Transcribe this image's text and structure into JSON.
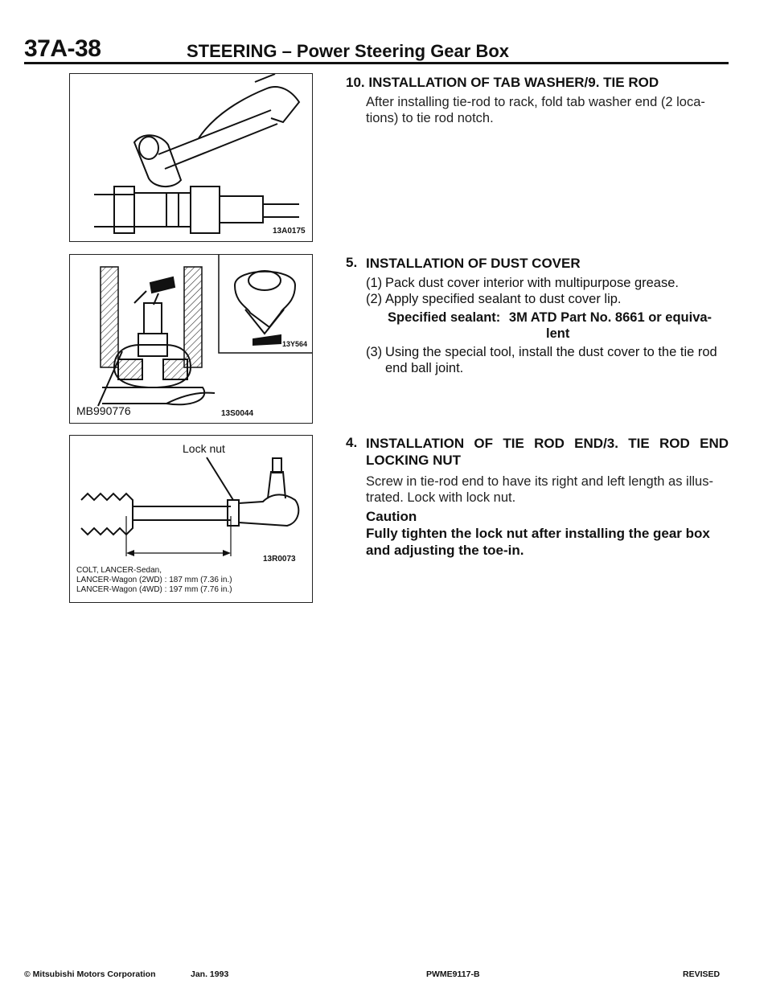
{
  "header": {
    "page_number": "37A-38",
    "title": "STEERING – Power Steering Gear Box"
  },
  "figures": {
    "fig1": {
      "code": "13A0175"
    },
    "fig2": {
      "code_main": "13S0044",
      "code_inset": "13Y564",
      "tool_label": "MB990776"
    },
    "fig3": {
      "code": "13R0073",
      "callout": "Lock nut",
      "dim_lines": [
        "COLT, LANCER-Sedan,",
        "LANCER-Wagon (2WD) : 187 mm (7.36 in.)",
        "LANCER-Wagon (4WD) : 197 mm (7.76 in.)"
      ]
    }
  },
  "sections": {
    "s10": {
      "heading": "10. INSTALLATION OF TAB WASHER/9. TIE ROD",
      "body_lines": [
        "After installing tie-rod to rack, fold tab washer end (2 loca-",
        "tions) to tie rod notch."
      ]
    },
    "s5": {
      "number": "5.",
      "heading": "INSTALLATION OF DUST COVER",
      "step1_n": "(1)",
      "step1": "Pack dust cover interior with multipurpose grease.",
      "step2_n": "(2)",
      "step2": "Apply specified sealant to dust cover lip.",
      "sealant_label": "Specified sealant:",
      "sealant_value_1": "3M ATD Part No. 8661 or equiva-",
      "sealant_value_2": "lent",
      "step3_n": "(3)",
      "step3_line1": "Using the special tool, install the dust cover to the tie rod",
      "step3_line2": "end ball joint."
    },
    "s4": {
      "number": "4.",
      "heading_line1": "INSTALLATION OF TIE ROD END/3. TIE ROD END",
      "heading_line2": "LOCKING NUT",
      "body_line1": "Screw in tie-rod end to have its right and left length as illus-",
      "body_line2": "trated. Lock with lock nut.",
      "caution_title": "Caution",
      "caution_line1": "Fully tighten the lock nut after installing the gear box",
      "caution_line2": "and adjusting the toe-in."
    }
  },
  "footer": {
    "copyright": "© Mitsubishi Motors Corporation",
    "date": "Jan. 1993",
    "doc_code": "PWME9117-B",
    "revised": "REVISED"
  }
}
